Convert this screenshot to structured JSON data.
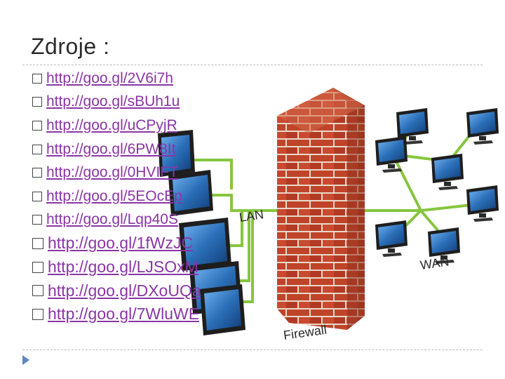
{
  "slide": {
    "title": "Zdroje :",
    "links": [
      "http://goo.gl/2V6i7h",
      "http://goo.gl/sBUh1u",
      "http://goo.gl/uCPyjR",
      "http://goo.gl/6PW8It",
      "http://goo.gl/0HVIFT",
      "http://goo.gl/5EOcEp",
      "http://goo.gl/Lqp40S",
      "http://goo.gl/1fWzJC",
      "http://goo.gl/LJSOxM",
      "http://goo.gl/DXoUQa",
      "http://goo.gl/7WluWE"
    ]
  },
  "illustration": {
    "lan_label": "LAN",
    "wan_label": "WAN",
    "firewall_label": "Firewall",
    "colors": {
      "brick": "#c0442a",
      "mortar": "#e8d9c8",
      "cable": "#86c63e",
      "monitor_screen": "#2b6fb8",
      "monitor_frame": "#1e1e1e"
    }
  }
}
